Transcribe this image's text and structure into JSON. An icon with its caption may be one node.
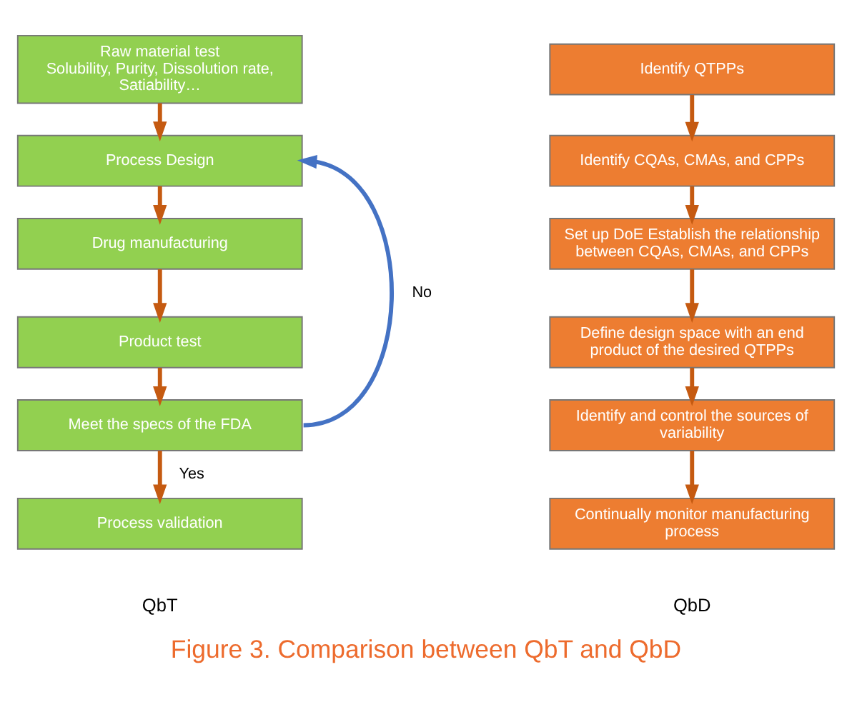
{
  "diagram": {
    "caption": "Figure 3. Comparison between QbT and QbD",
    "nodes": [
      {
        "text": [
          "Raw material test",
          "Solubility, Purity, Dissolution rate, Satiability…"
        ]
      },
      {
        "text": [
          "Process Design"
        ]
      },
      {
        "text": [
          "Drug manufacturing"
        ]
      },
      {
        "text": [
          "Product test"
        ]
      },
      {
        "text": [
          "Meet the specs of the FDA"
        ]
      },
      {
        "text": [
          "Process validation"
        ]
      },
      {
        "text": [
          "Identify QTPPs"
        ]
      },
      {
        "text": [
          "Identify CQAs, CMAs, and CPPs"
        ]
      },
      {
        "text": [
          "Set up DoE Establish the relationship between CQAs, CMAs, and CPPs"
        ]
      },
      {
        "text": [
          "Define design space with an end product of the desired QTPPs"
        ]
      },
      {
        "text": [
          "Identify and control the sources of variability"
        ]
      },
      {
        "text": [
          "Continually monitor manufacturing process"
        ]
      }
    ],
    "edges": [
      {
        "from": 0,
        "to": 1,
        "arrow": "to"
      },
      {
        "from": 1,
        "to": 2,
        "arrow": "to"
      },
      {
        "from": 2,
        "to": 3,
        "arrow": "to"
      },
      {
        "from": 3,
        "to": 4,
        "arrow": "to"
      },
      {
        "from": 4,
        "to": 5,
        "arrow": "to",
        "label": "Yes"
      },
      {
        "from": 4,
        "to": 1,
        "arrow": "to",
        "label": "No",
        "color": "#4472c4"
      },
      {
        "from": 6,
        "to": 7,
        "arrow": "to"
      },
      {
        "from": 7,
        "to": 8,
        "arrow": "to"
      },
      {
        "from": 8,
        "to": 9,
        "arrow": "to"
      },
      {
        "from": 9,
        "to": 10,
        "arrow": "to"
      },
      {
        "from": 10,
        "to": 11,
        "arrow": "to"
      }
    ],
    "labels": [
      "QbT",
      "QbD"
    ]
  }
}
